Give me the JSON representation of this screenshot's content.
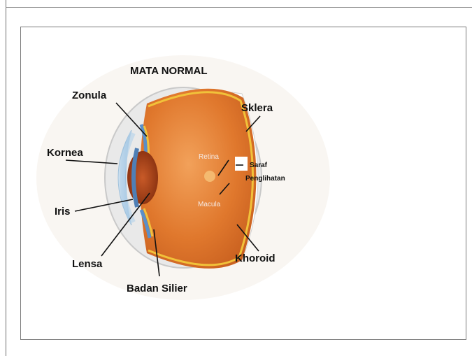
{
  "figure": {
    "title": "MATA NORMAL",
    "labels": {
      "zonula": "Zonula",
      "sklera": "Sklera",
      "kornea": "Kornea",
      "retina": "Retina",
      "saraf": "Saraf",
      "penglihatan": "Penglihatan",
      "macula": "Macula",
      "iris": "Iris",
      "lensa": "Lensa",
      "khoroid": "Khoroid",
      "badan_silier": "Badan Silier"
    }
  }
}
